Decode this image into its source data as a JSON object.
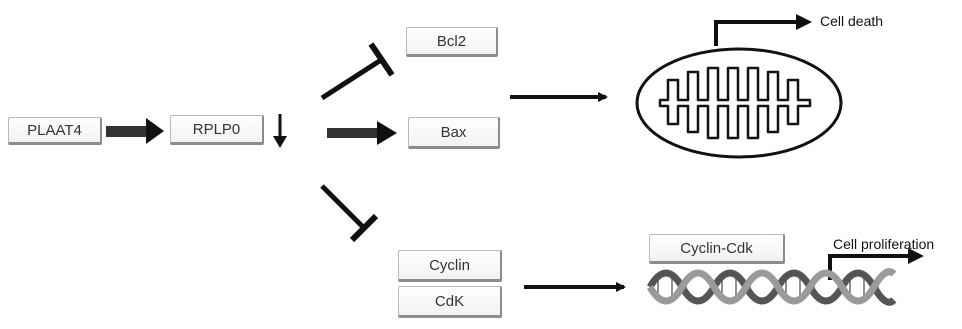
{
  "nodes": {
    "plaat4": "PLAAT4",
    "rplp0": "RPLP0",
    "bcl2": "Bcl2",
    "bax": "Bax",
    "cyclin": "Cyclin",
    "cdk": "CdK",
    "cyclin_cdk": "Cyclin-Cdk"
  },
  "outcomes": {
    "cell_death": "Cell death",
    "cell_proliferation": "Cell proliferation"
  },
  "colors": {
    "ink": "#111111",
    "box_border": "#8c8c8c",
    "dna_strand": "#555555"
  }
}
